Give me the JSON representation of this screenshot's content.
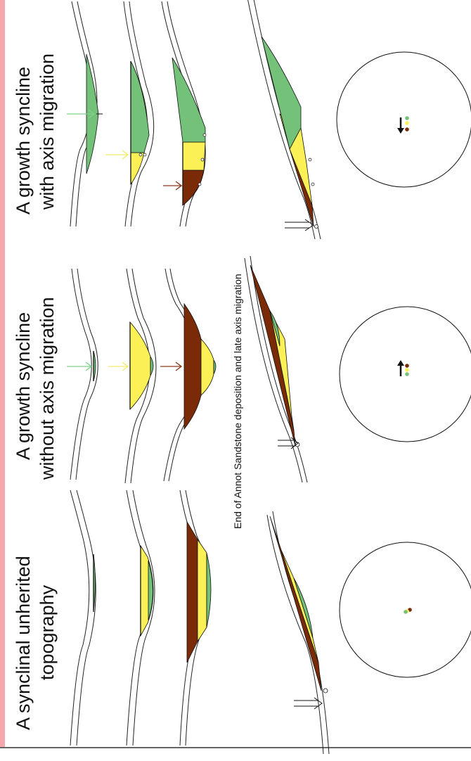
{
  "titles": {
    "col1": [
      "A synclinal unherited",
      "topography"
    ],
    "col2": [
      "A growth syncline",
      "without axis migration"
    ],
    "col3": [
      "A growth syncline",
      "with axis migration"
    ]
  },
  "caption": "End of Annot Sandstone deposition and late axis migration",
  "colors": {
    "green": "#74c17a",
    "yellow": "#fbf055",
    "brown": "#7a2a07",
    "green_arrow": "#7fd08a",
    "yellow_arrow": "#f3ec6a",
    "brown_arrow": "#8a3a1a",
    "side_bar": "#f4a7ac"
  },
  "icons": [
    "arrow-icon",
    "north-arrow-icon",
    "stereonet-icon"
  ]
}
